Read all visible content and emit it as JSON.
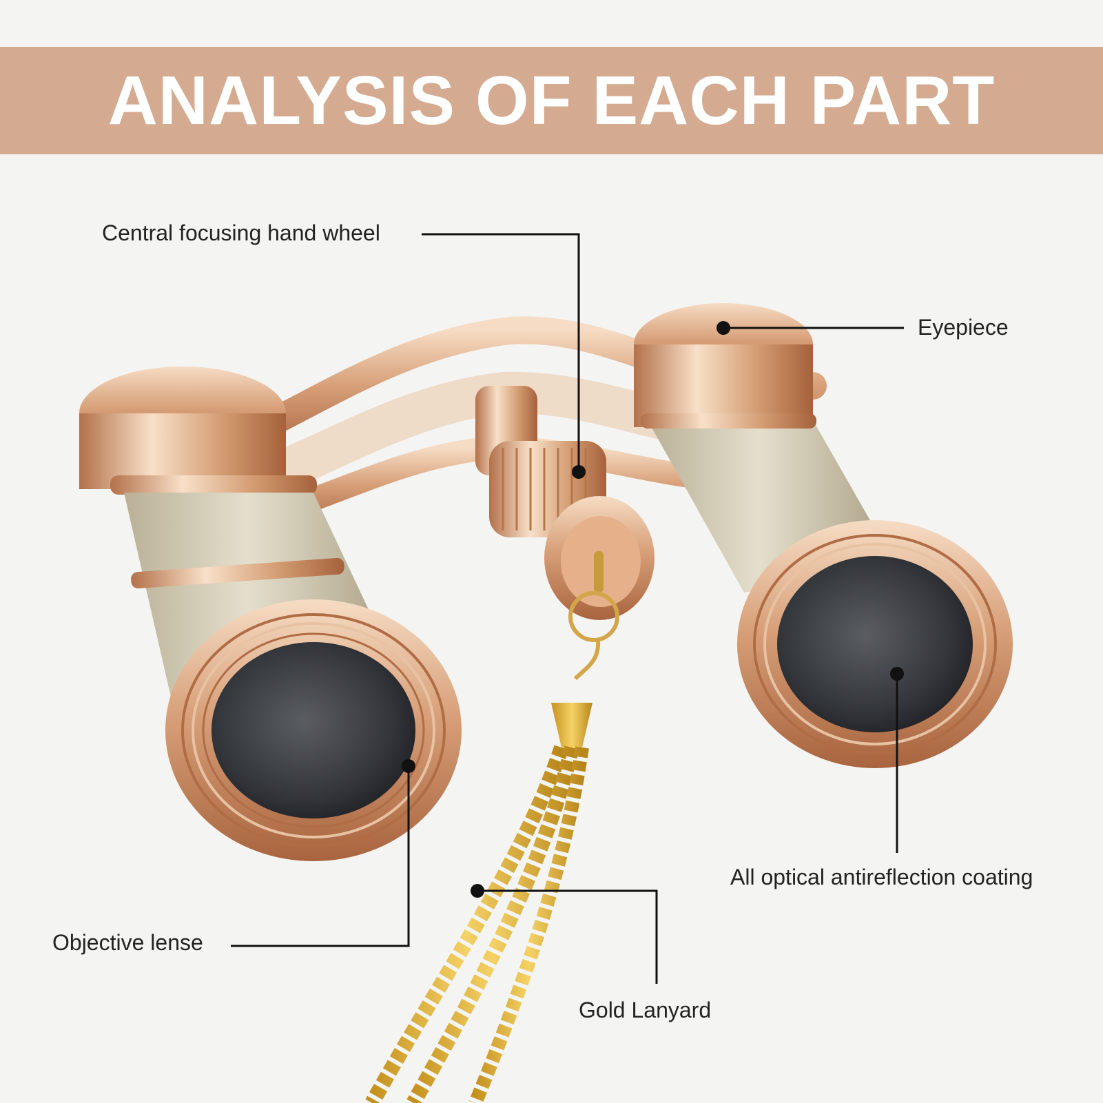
{
  "banner": {
    "title": "ANALYSIS OF EACH PART",
    "background_color": "#d4aa90",
    "text_color": "#ffffff"
  },
  "callouts": {
    "focus_wheel": "Central focusing hand wheel",
    "eyepiece": "Eyepiece",
    "coating": "All optical antireflection coating",
    "objective_lens": "Objective lense",
    "lanyard": "Gold Lanyard"
  },
  "colors": {
    "background": "#f4f4f2",
    "gold": "#d9a77a",
    "pearl": "#cfc7ae",
    "lens": "#3a3d42",
    "chain": "#e0b43a",
    "leader_line": "#111111"
  },
  "icons": {
    "product": "opera-binoculars-illustration"
  }
}
